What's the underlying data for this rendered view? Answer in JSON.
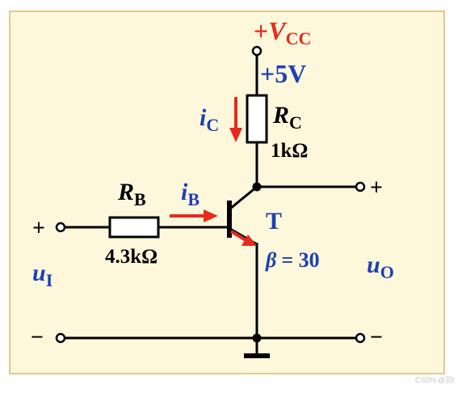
{
  "diagram": {
    "supply": {
      "symbol": "V",
      "subscript": "CC",
      "sign": "+",
      "value": "+5V"
    },
    "rc": {
      "symbol": "R",
      "subscript": "C",
      "value": "1kΩ"
    },
    "rb": {
      "symbol": "R",
      "subscript": "B",
      "value": "4.3kΩ"
    },
    "ic": {
      "symbol": "i",
      "subscript": "C"
    },
    "ib": {
      "symbol": "i",
      "subscript": "B"
    },
    "transistor": {
      "label": "T",
      "beta_symbol": "β",
      "beta_value": "= 30"
    },
    "input": {
      "symbol": "u",
      "subscript": "I",
      "plus": "+",
      "minus": "−"
    },
    "output": {
      "symbol": "u",
      "subscript": "O",
      "plus": "+",
      "minus": "−"
    }
  },
  "colors": {
    "background": "#fdf8dc",
    "frame": "#e3c98a",
    "wire": "#000000",
    "red": "#e8291c",
    "blue": "#1d3fb8"
  },
  "watermark": "CSDN @羽t"
}
